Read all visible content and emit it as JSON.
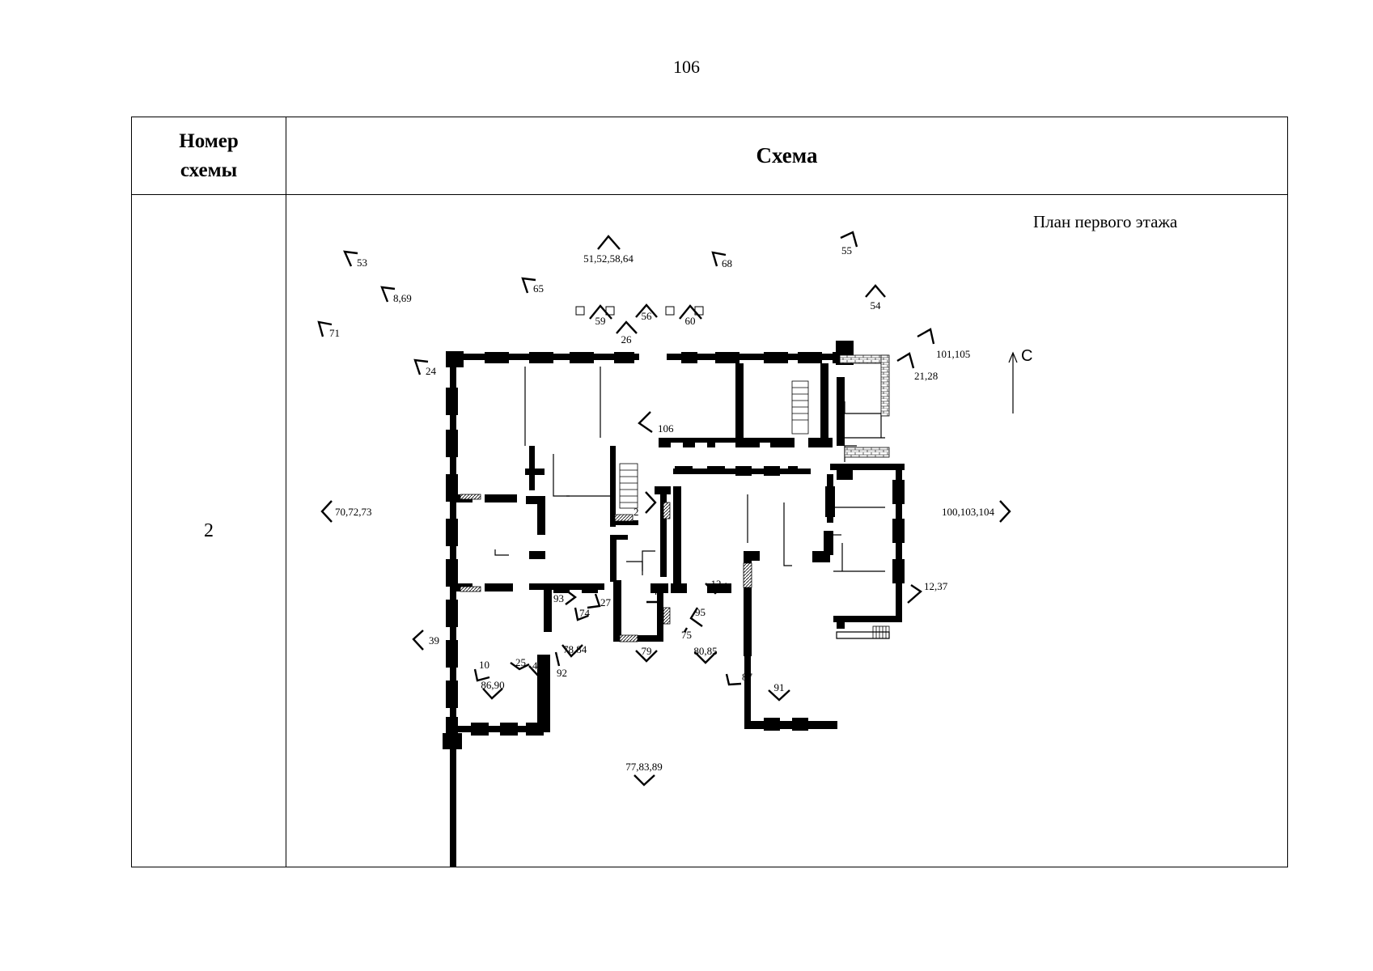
{
  "page_number": "106",
  "table": {
    "header_number_line1": "Номер",
    "header_number_line2": "схемы",
    "header_scheme": "Схема",
    "row_number": "2"
  },
  "plan": {
    "title": "План первого этажа",
    "north_label": "С",
    "markers": {
      "m53": "53",
      "m869": "8,69",
      "m71": "71",
      "m24": "24",
      "m65": "65",
      "m51": "51,52,58,64",
      "m59": "59",
      "m56": "56",
      "m60": "60",
      "m26": "26",
      "m68": "68",
      "m55": "55",
      "m54": "54",
      "m101": "101,105",
      "m2128": "21,28",
      "m106": "106",
      "m2": "2",
      "m707273": "70,72,73",
      "m100": "100,103,104",
      "m1237": "12,37",
      "m12": "12",
      "m4": "4",
      "m93": "93",
      "m27": "27",
      "m74": "74",
      "m95": "95",
      "m75": "75",
      "m39": "39",
      "m7884": "78,84",
      "m25": "25",
      "m40": "40",
      "m92": "92",
      "m10": "10",
      "m8690": "86,90",
      "m79": "79",
      "m8085": "80,85",
      "m87": "87",
      "m91": "91",
      "m778389": "77,83,89"
    }
  }
}
